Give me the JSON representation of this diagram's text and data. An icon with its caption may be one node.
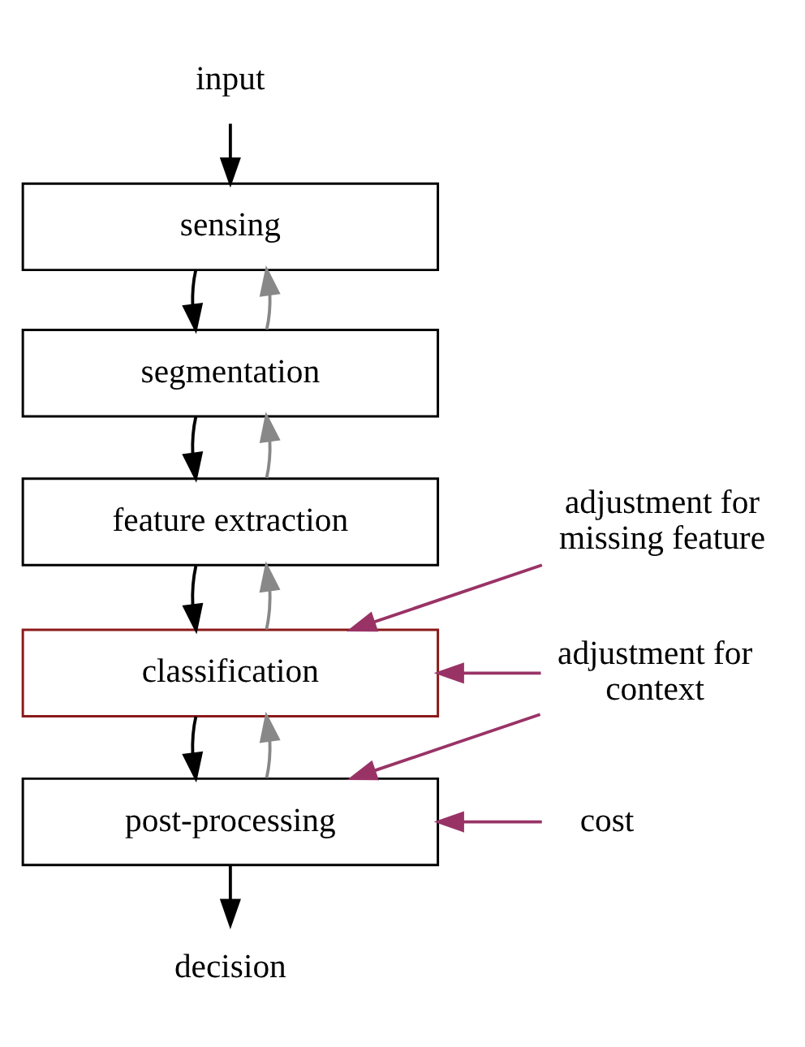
{
  "diagram": {
    "nodes": [
      {
        "text": [
          "input"
        ]
      },
      {
        "text": [
          "sensing"
        ]
      },
      {
        "text": [
          "segmentation"
        ]
      },
      {
        "text": [
          "feature extraction"
        ]
      },
      {
        "text": [
          "classification"
        ]
      },
      {
        "text": [
          "post-processing"
        ]
      },
      {
        "text": [
          "decision"
        ]
      },
      {
        "text": [
          "adjustment for missing feature"
        ]
      },
      {
        "text": [
          "adjustment for context"
        ]
      },
      {
        "text": [
          "cost"
        ]
      }
    ],
    "edges": [
      {
        "from": 0,
        "to": 1,
        "arrow": "to"
      },
      {
        "from": 1,
        "to": 2,
        "arrow": "to"
      },
      {
        "from": 2,
        "to": 1,
        "arrow": "to",
        "color": "#888888"
      },
      {
        "from": 2,
        "to": 3,
        "arrow": "to"
      },
      {
        "from": 3,
        "to": 2,
        "arrow": "to",
        "color": "#888888"
      },
      {
        "from": 3,
        "to": 4,
        "arrow": "to"
      },
      {
        "from": 4,
        "to": 3,
        "arrow": "to",
        "color": "#888888"
      },
      {
        "from": 4,
        "to": 5,
        "arrow": "to"
      },
      {
        "from": 5,
        "to": 4,
        "arrow": "to",
        "color": "#888888"
      },
      {
        "from": 5,
        "to": 6,
        "arrow": "to"
      },
      {
        "from": 7,
        "to": 4,
        "arrow": "to",
        "color": "#993366"
      },
      {
        "from": 8,
        "to": 4,
        "arrow": "to",
        "color": "#993366"
      },
      {
        "from": 8,
        "to": 5,
        "arrow": "to",
        "color": "#993366"
      },
      {
        "from": 9,
        "to": 5,
        "arrow": "to",
        "color": "#993366"
      }
    ]
  }
}
